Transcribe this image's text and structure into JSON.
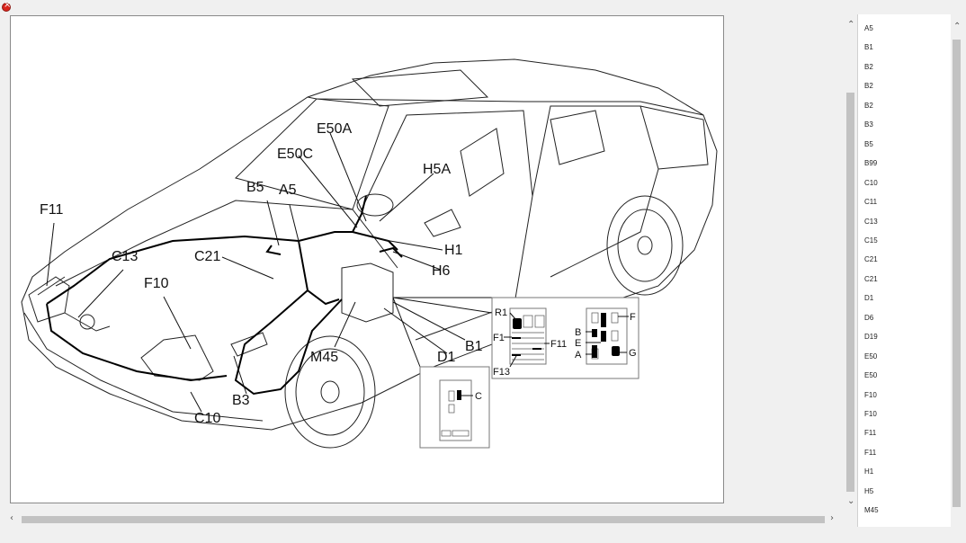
{
  "window": {
    "close_icon": "close-icon"
  },
  "diagram": {
    "labels": {
      "E50A": "E50A",
      "E50C": "E50C",
      "H5A": "H5A",
      "B5": "B5",
      "A5": "A5",
      "F11": "F11",
      "C13": "C13",
      "C21": "C21",
      "H1": "H1",
      "H6": "H6",
      "F10": "F10",
      "M45": "M45",
      "D1": "D1",
      "B1": "B1",
      "B3": "B3",
      "C10": "C10"
    },
    "fusebox": {
      "R1": "R1",
      "F1": "F1",
      "F11": "F11",
      "F13": "F13",
      "F": "F",
      "B": "B",
      "E": "E",
      "A": "A",
      "G": "G",
      "C": "C"
    }
  },
  "component_list": [
    "A5",
    "B1",
    "B2",
    "B2",
    "B2",
    "B3",
    "B5",
    "B99",
    "C10",
    "C11",
    "C13",
    "C15",
    "C21",
    "C21",
    "D1",
    "D6",
    "D19",
    "E50",
    "E50",
    "F10",
    "F10",
    "F11",
    "F11",
    "H1",
    "H5",
    "M45"
  ]
}
